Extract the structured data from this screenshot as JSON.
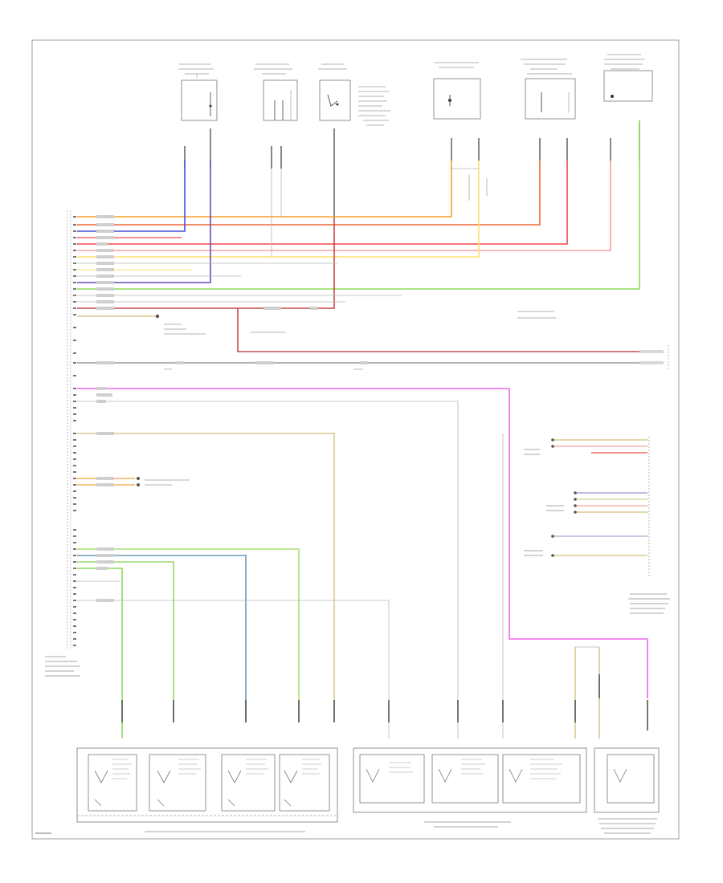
{
  "diagram": {
    "type": "wiring-schematic",
    "modules": [
      {
        "id": "sw_a"
      },
      {
        "id": "sw_b"
      },
      {
        "id": "sw_c"
      },
      {
        "id": "motor_a"
      },
      {
        "id": "motor_b"
      },
      {
        "id": "motor_c"
      }
    ],
    "bottom_groups": [
      {
        "id": "adjust_switch"
      },
      {
        "id": "seat_switch"
      },
      {
        "id": "heater_switch"
      }
    ],
    "side_modules": [
      {
        "id": "left_module"
      },
      {
        "id": "right_module"
      }
    ],
    "wire_colors": {
      "orange": "#f5a02a",
      "red_orange": "#f06a3a",
      "blue": "#4a50d8",
      "red": "#f04848",
      "salmon": "#f28080",
      "yellow": "#ffe06a",
      "violet": "#6a4ab8",
      "green": "#8adc5a",
      "dark_red": "#c84848",
      "magenta": "#ee66ee",
      "tan": "#d8c890",
      "teal_blue": "#6a9ab8",
      "light_green": "#a8e070",
      "grey": "#bbbbbb"
    }
  }
}
